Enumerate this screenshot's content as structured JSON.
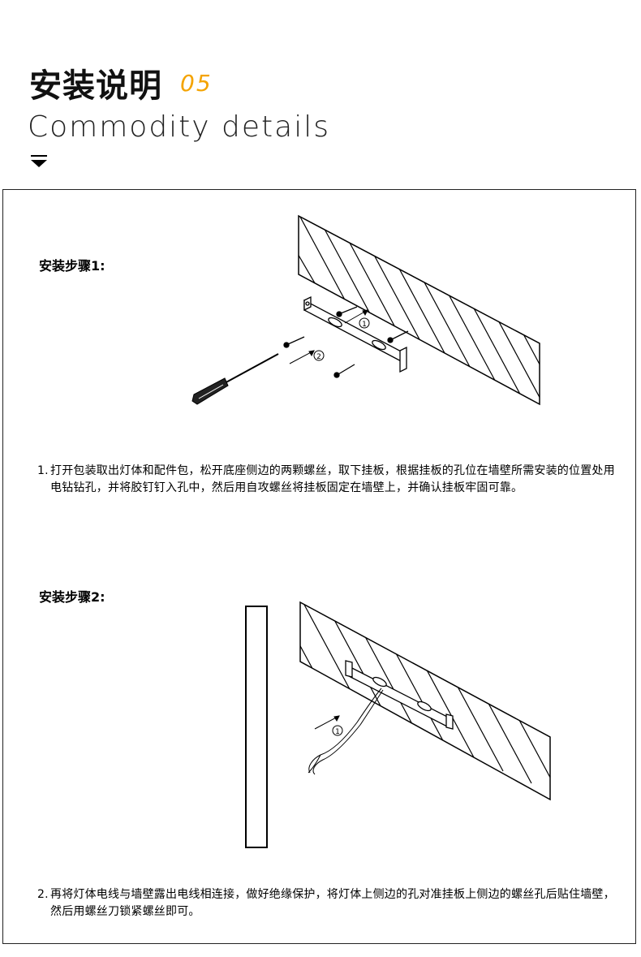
{
  "header": {
    "title": "安装说明",
    "title_number": "05",
    "subtitle": "Commodity details",
    "accent_color": "#f4a300"
  },
  "steps": [
    {
      "label": "安装步骤1:",
      "number": "1.",
      "text": "打开包装取出灯体和配件包，松开底座侧边的两颗螺丝，取下挂板，根据挂板的孔位在墙壁所需安装的位置处用电钻钻孔，并将胶钉钉入孔中，然后用自攻螺丝将挂板固定在墙壁上，并确认挂板牢固可靠。",
      "callouts": [
        "①",
        "②"
      ]
    },
    {
      "label": "安装步骤2:",
      "number": "2.",
      "text": "再将灯体电线与墙壁露出电线相连接，做好绝缘保护，将灯体上侧边的孔对准挂板上侧边的螺丝孔后贴住墙壁，然后用螺丝刀锁紧螺丝即可。",
      "callouts": [
        "①"
      ]
    }
  ]
}
